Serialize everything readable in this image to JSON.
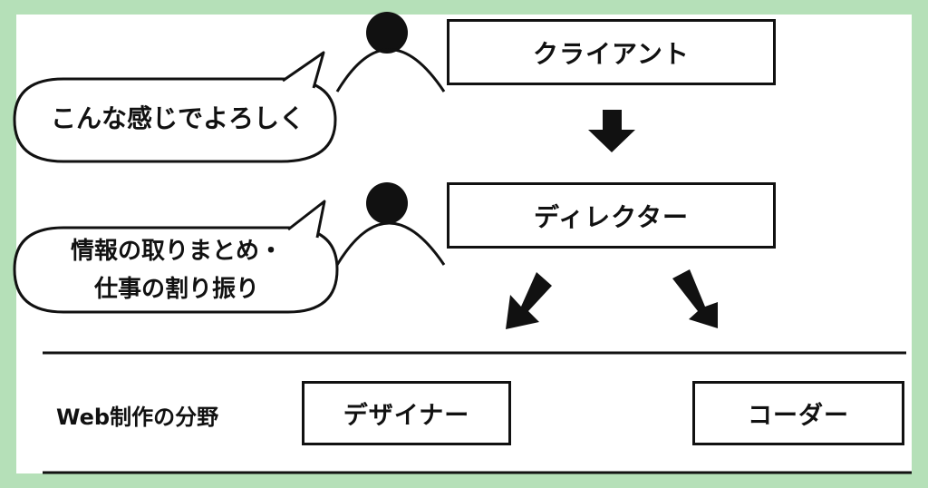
{
  "roles": {
    "client": "クライアント",
    "director": "ディレクター",
    "designer": "デザイナー",
    "coder": "コーダー"
  },
  "bubbles": {
    "client_speech": "こんな感じでよろしく",
    "director_speech_line1": "情報の取りまとめ・",
    "director_speech_line2": "仕事の割り振り"
  },
  "section_label": "Web制作の分野",
  "colors": {
    "background": "#b5e0b8",
    "panel": "#ffffff",
    "ink": "#111111"
  }
}
